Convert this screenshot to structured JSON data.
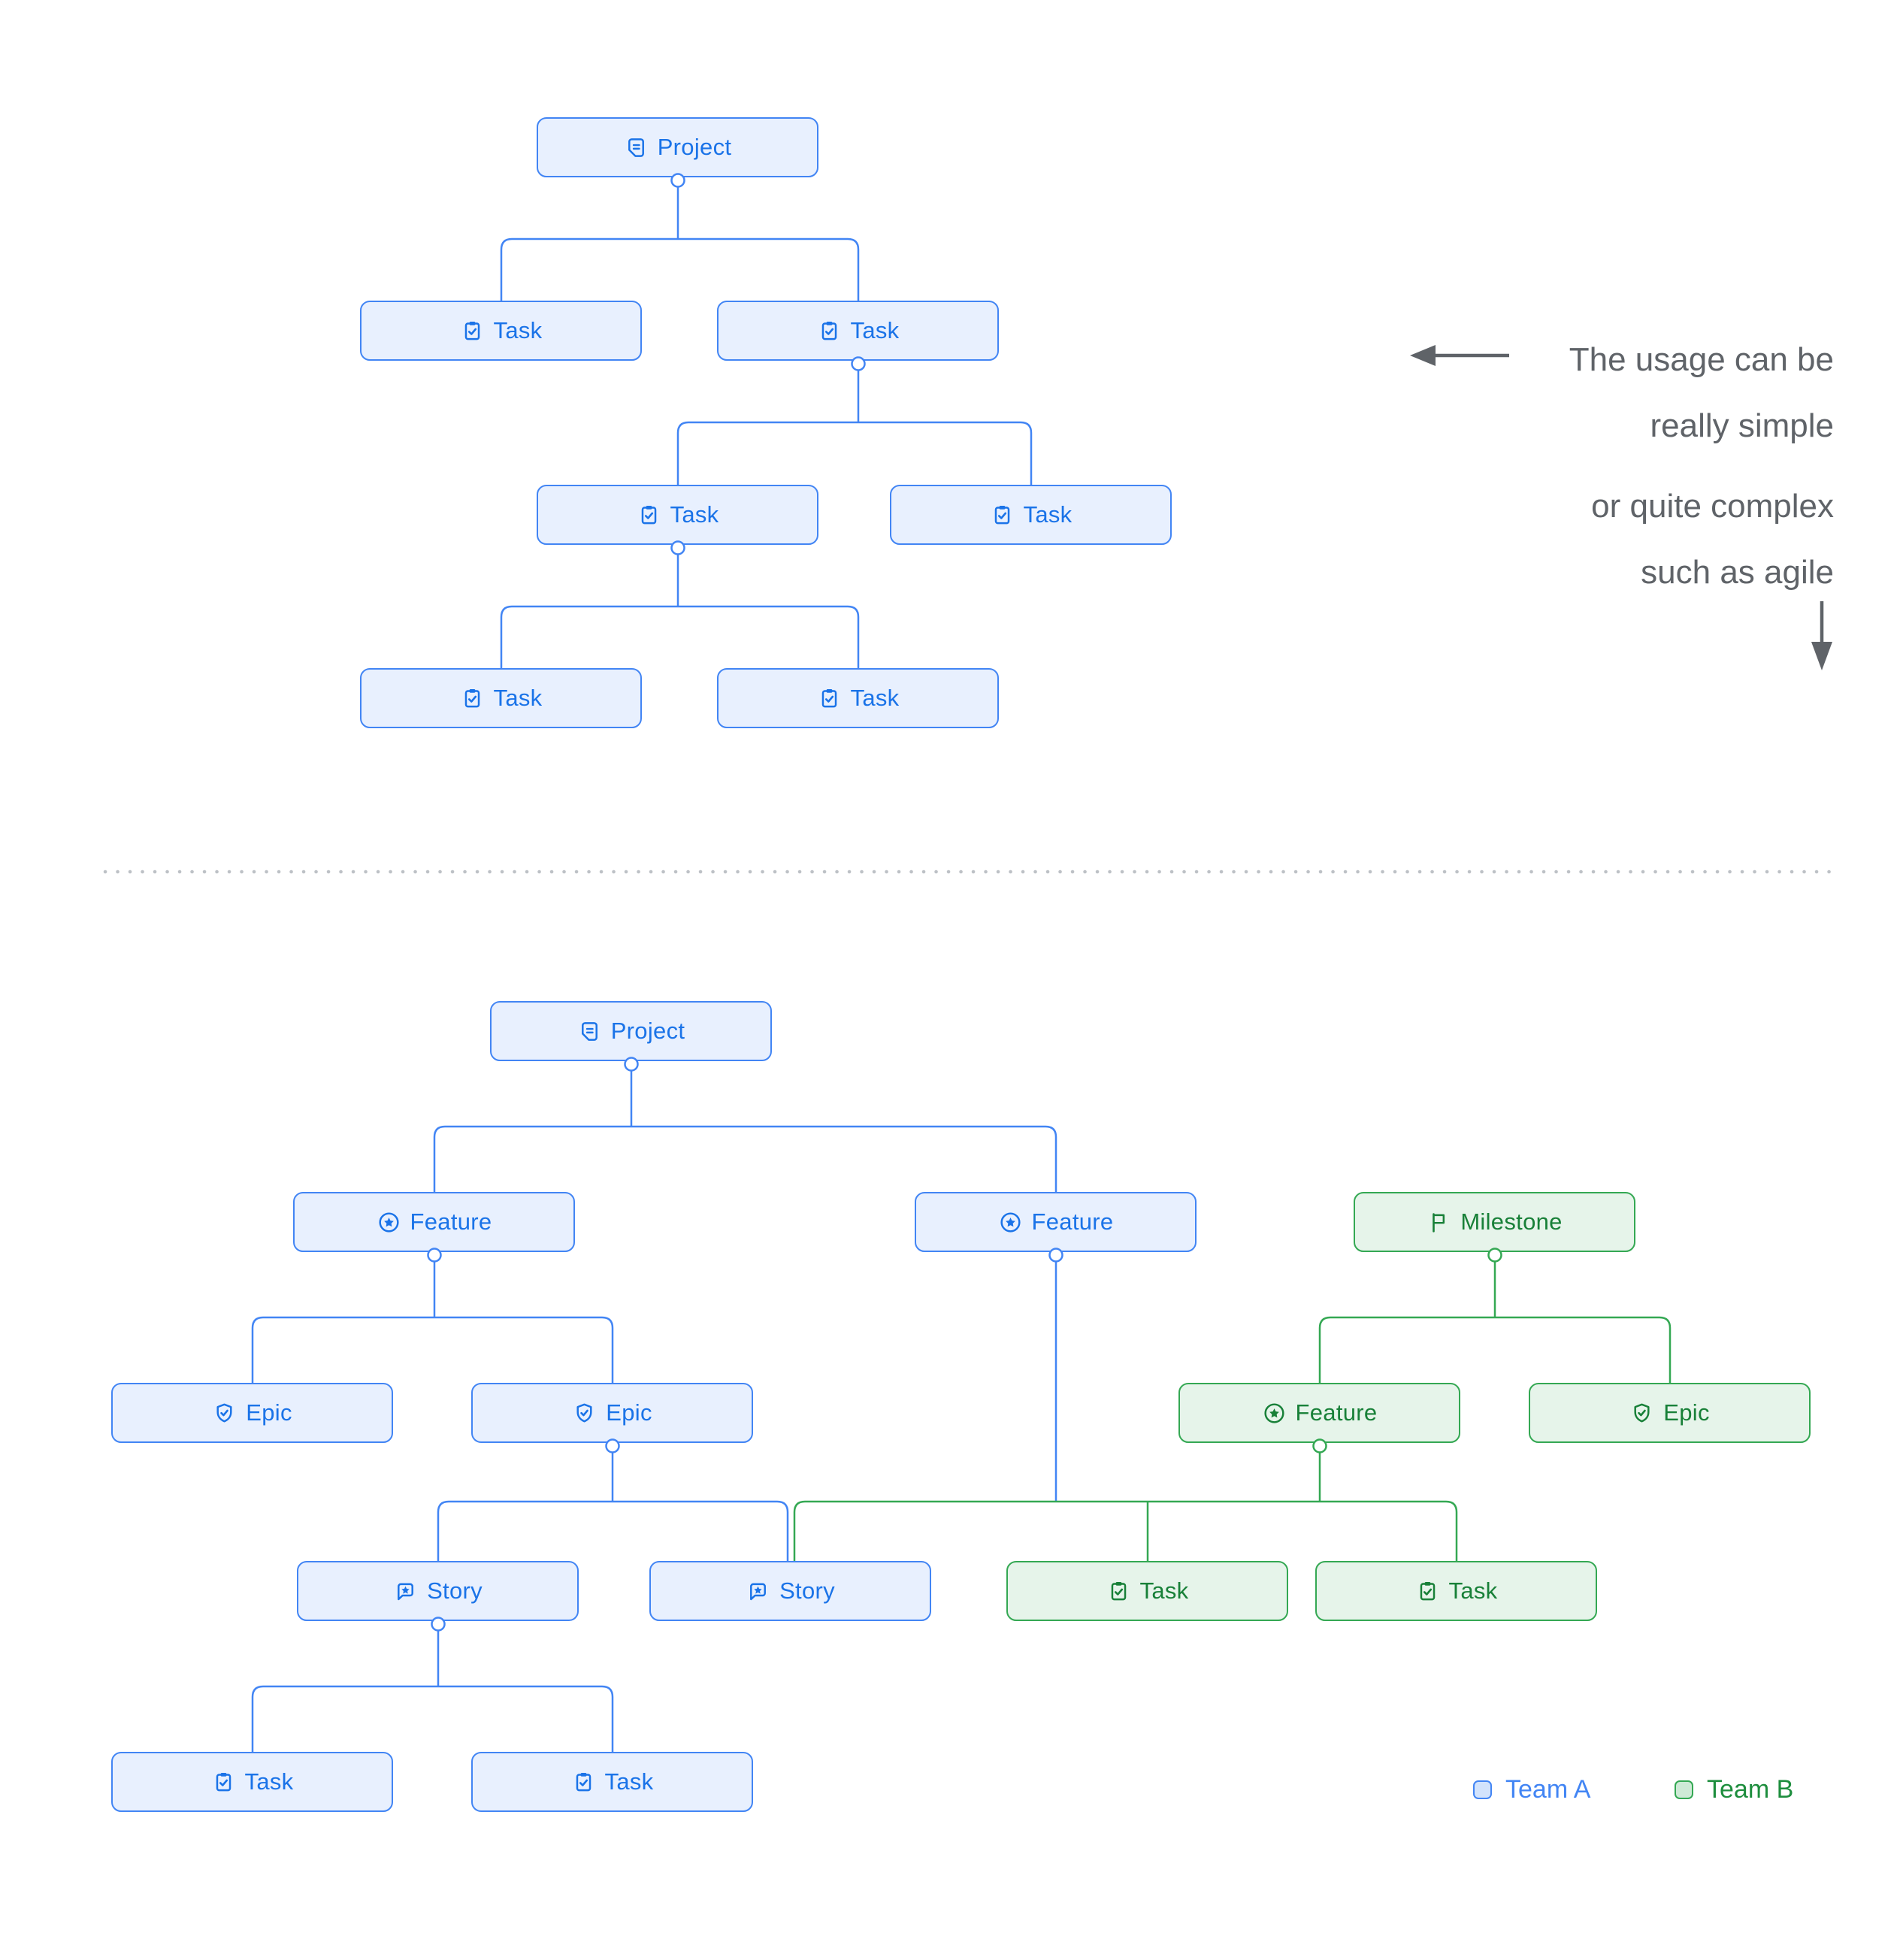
{
  "colors": {
    "team_a_border": "#4285F4",
    "team_a_fill": "#E8F0FE",
    "team_a_text": "#1A73E8",
    "team_b_border": "#34A853",
    "team_b_fill": "#E6F4EA",
    "team_b_text": "#188038",
    "annotation_text": "#5F6368",
    "divider_dots": "#BDC1C6"
  },
  "top_diagram": {
    "nodes": [
      {
        "label": "Project",
        "type": "project",
        "team": "A"
      },
      {
        "label": "Task",
        "type": "task",
        "team": "A"
      },
      {
        "label": "Task",
        "type": "task",
        "team": "A"
      },
      {
        "label": "Task",
        "type": "task",
        "team": "A"
      },
      {
        "label": "Task",
        "type": "task",
        "team": "A"
      },
      {
        "label": "Task",
        "type": "task",
        "team": "A"
      },
      {
        "label": "Task",
        "type": "task",
        "team": "A"
      }
    ],
    "edges": [
      {
        "parent": 0,
        "children": [
          1,
          2
        ]
      },
      {
        "parent": 2,
        "children": [
          3,
          4
        ]
      },
      {
        "parent": 3,
        "children": [
          5,
          6
        ]
      }
    ]
  },
  "bottom_diagram": {
    "nodes": [
      {
        "label": "Project",
        "type": "project",
        "team": "A"
      },
      {
        "label": "Feature",
        "type": "feature",
        "team": "A"
      },
      {
        "label": "Feature",
        "type": "feature",
        "team": "A"
      },
      {
        "label": "Milestone",
        "type": "milestone",
        "team": "B"
      },
      {
        "label": "Epic",
        "type": "epic",
        "team": "A"
      },
      {
        "label": "Epic",
        "type": "epic",
        "team": "A"
      },
      {
        "label": "Feature",
        "type": "feature",
        "team": "B"
      },
      {
        "label": "Epic",
        "type": "epic",
        "team": "B"
      },
      {
        "label": "Story",
        "type": "story",
        "team": "A"
      },
      {
        "label": "Story",
        "type": "story",
        "team": "A"
      },
      {
        "label": "Task",
        "type": "task",
        "team": "B"
      },
      {
        "label": "Task",
        "type": "task",
        "team": "B"
      },
      {
        "label": "Task",
        "type": "task",
        "team": "A"
      },
      {
        "label": "Task",
        "type": "task",
        "team": "A"
      }
    ],
    "edges": [
      {
        "parent": 0,
        "children": [
          1,
          2
        ]
      },
      {
        "parent": 1,
        "children": [
          4,
          5
        ]
      },
      {
        "parent": 3,
        "children": [
          6,
          7
        ]
      },
      {
        "parent": 5,
        "children": [
          8,
          9
        ]
      },
      {
        "parents": [
          2,
          6
        ],
        "children": [
          9,
          10,
          11
        ]
      },
      {
        "parent": 8,
        "children": [
          12,
          13
        ]
      }
    ]
  },
  "annotation": {
    "simple": [
      "The usage can be",
      "really simple"
    ],
    "complex": [
      "or quite complex",
      "such as agile"
    ]
  },
  "legend": [
    {
      "label": "Team A",
      "team": "A"
    },
    {
      "label": "Team B",
      "team": "B"
    }
  ]
}
